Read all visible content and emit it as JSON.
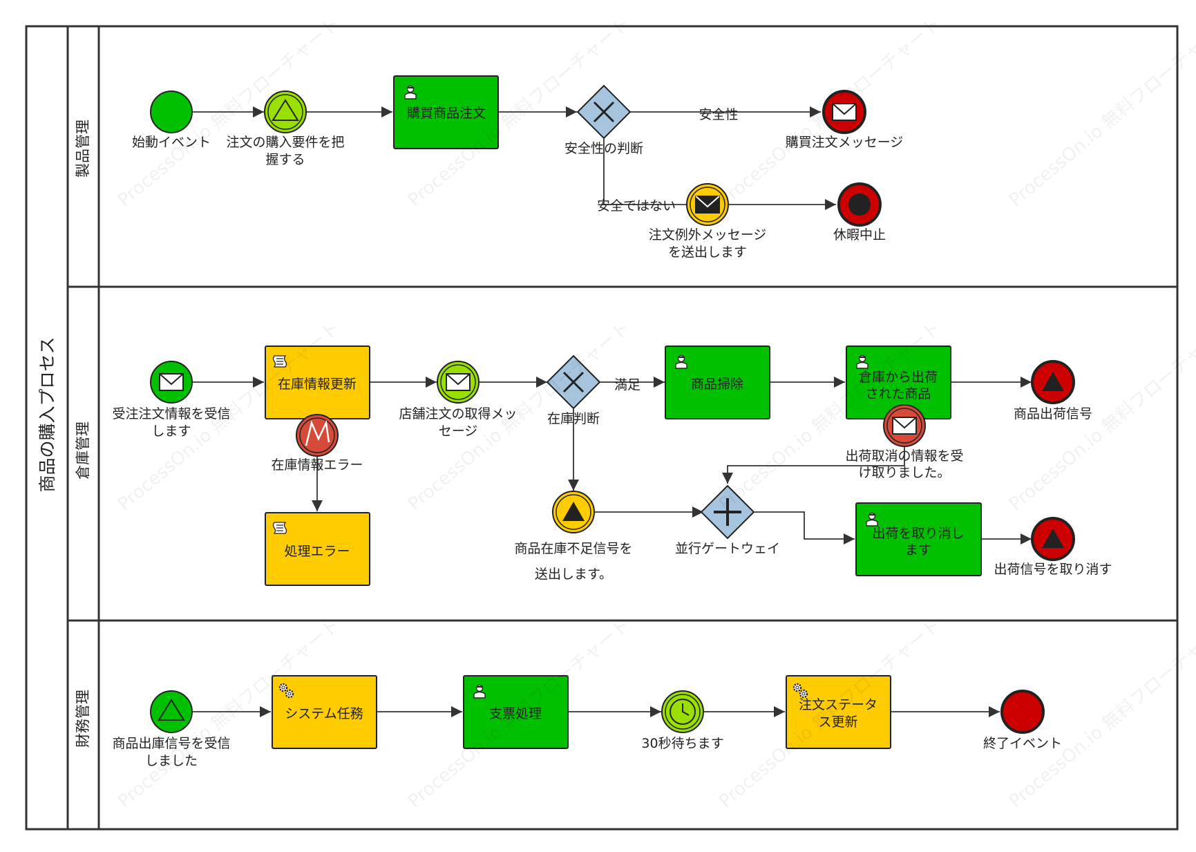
{
  "pool": {
    "title": "商品の購入プロセス"
  },
  "lanes": {
    "product": "製品管理",
    "warehouse": "倉庫管理",
    "finance": "財務管理"
  },
  "watermark": "ProcessOn.io 無料フローチャート",
  "colors": {
    "green": "#00c000",
    "lime": "#99e000",
    "yellow": "#ffcc00",
    "red": "#cc0000",
    "gateway": "#a6c4de",
    "stroke": "#333333"
  },
  "nodes": {
    "start": "始動イベント",
    "req_1": "注文の購入要件を把",
    "req_2": "握する",
    "purchase_order": "購買商品注文",
    "safety_gw": "安全性の判断",
    "safe": "安全性",
    "not_safe": "安全ではない",
    "purchase_msg": "購買注文メッセージ",
    "exc_1": "注文例外メッセージ",
    "exc_2": "を送出します",
    "vacation": "休暇中止",
    "receive_1": "受注注文情報を受信",
    "receive_2": "します",
    "stock_update": "在庫情報更新",
    "stock_error": "在庫情報エラー",
    "error_handling": "処理エラー",
    "store_1": "店舗注文の取得メッ",
    "store_2": "セージ",
    "stock_gw": "在庫判断",
    "satisfied": "満足",
    "cleaning": "商品掃除",
    "shipped_1": "倉庫から出荷",
    "shipped_2": "された商品",
    "ship_signal": "商品出荷信号",
    "cancel_info_1": "出荷取消の情報を受",
    "cancel_info_2": "け取りました。",
    "shortage_1": "商品在庫不足信号を",
    "shortage_2": "送出します。",
    "parallel_gw": "並行ゲートウェイ",
    "cancel_task_1": "出荷を取り消し",
    "cancel_task_2": "ます",
    "cancel_signal": "出荷信号を取り消す",
    "out_signal_1": "商品出庫信号を受信",
    "out_signal_2": "しました",
    "system_task": "システム任務",
    "payment": "支票処理",
    "wait": "30秒待ちます",
    "status_1": "注文ステータ",
    "status_2": "ス更新",
    "end": "終了イベント"
  }
}
